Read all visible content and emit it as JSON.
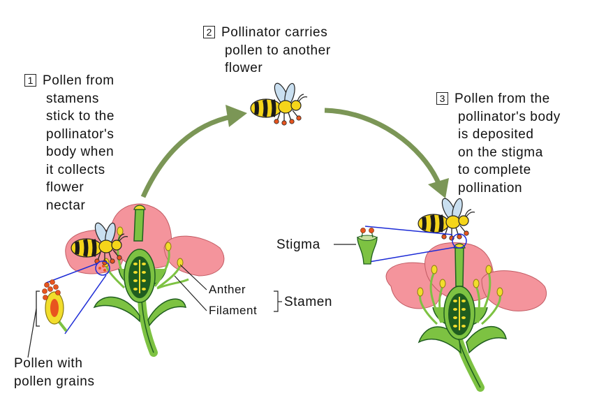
{
  "steps": [
    {
      "num": "1",
      "lines": [
        "Pollen from",
        "stamens",
        "stick to the",
        "pollinator's",
        "body when",
        "it collects",
        "flower",
        "nectar"
      ]
    },
    {
      "num": "2",
      "lines": [
        "Pollinator carries",
        "pollen to another",
        "flower"
      ]
    },
    {
      "num": "3",
      "lines": [
        "Pollen from the",
        "pollinator's body",
        "is deposited",
        "on the stigma",
        "to complete",
        "pollination"
      ]
    }
  ],
  "labels": {
    "anther": "Anther",
    "filament": "Filament",
    "stamen": "Stamen",
    "stigma": "Stigma",
    "pollen_line1": "Pollen with",
    "pollen_line2": "pollen grains"
  },
  "colors": {
    "petal": "#f4949c",
    "stem": "#7dc242",
    "dark_green": "#1f5d1f",
    "arrow": "#7b9656",
    "pollen": "#e8551f",
    "anther": "#f2dd2c",
    "bee_yellow": "#f5d51a",
    "wing": "#c9dff0",
    "leader_blue": "#1c2bd6"
  }
}
